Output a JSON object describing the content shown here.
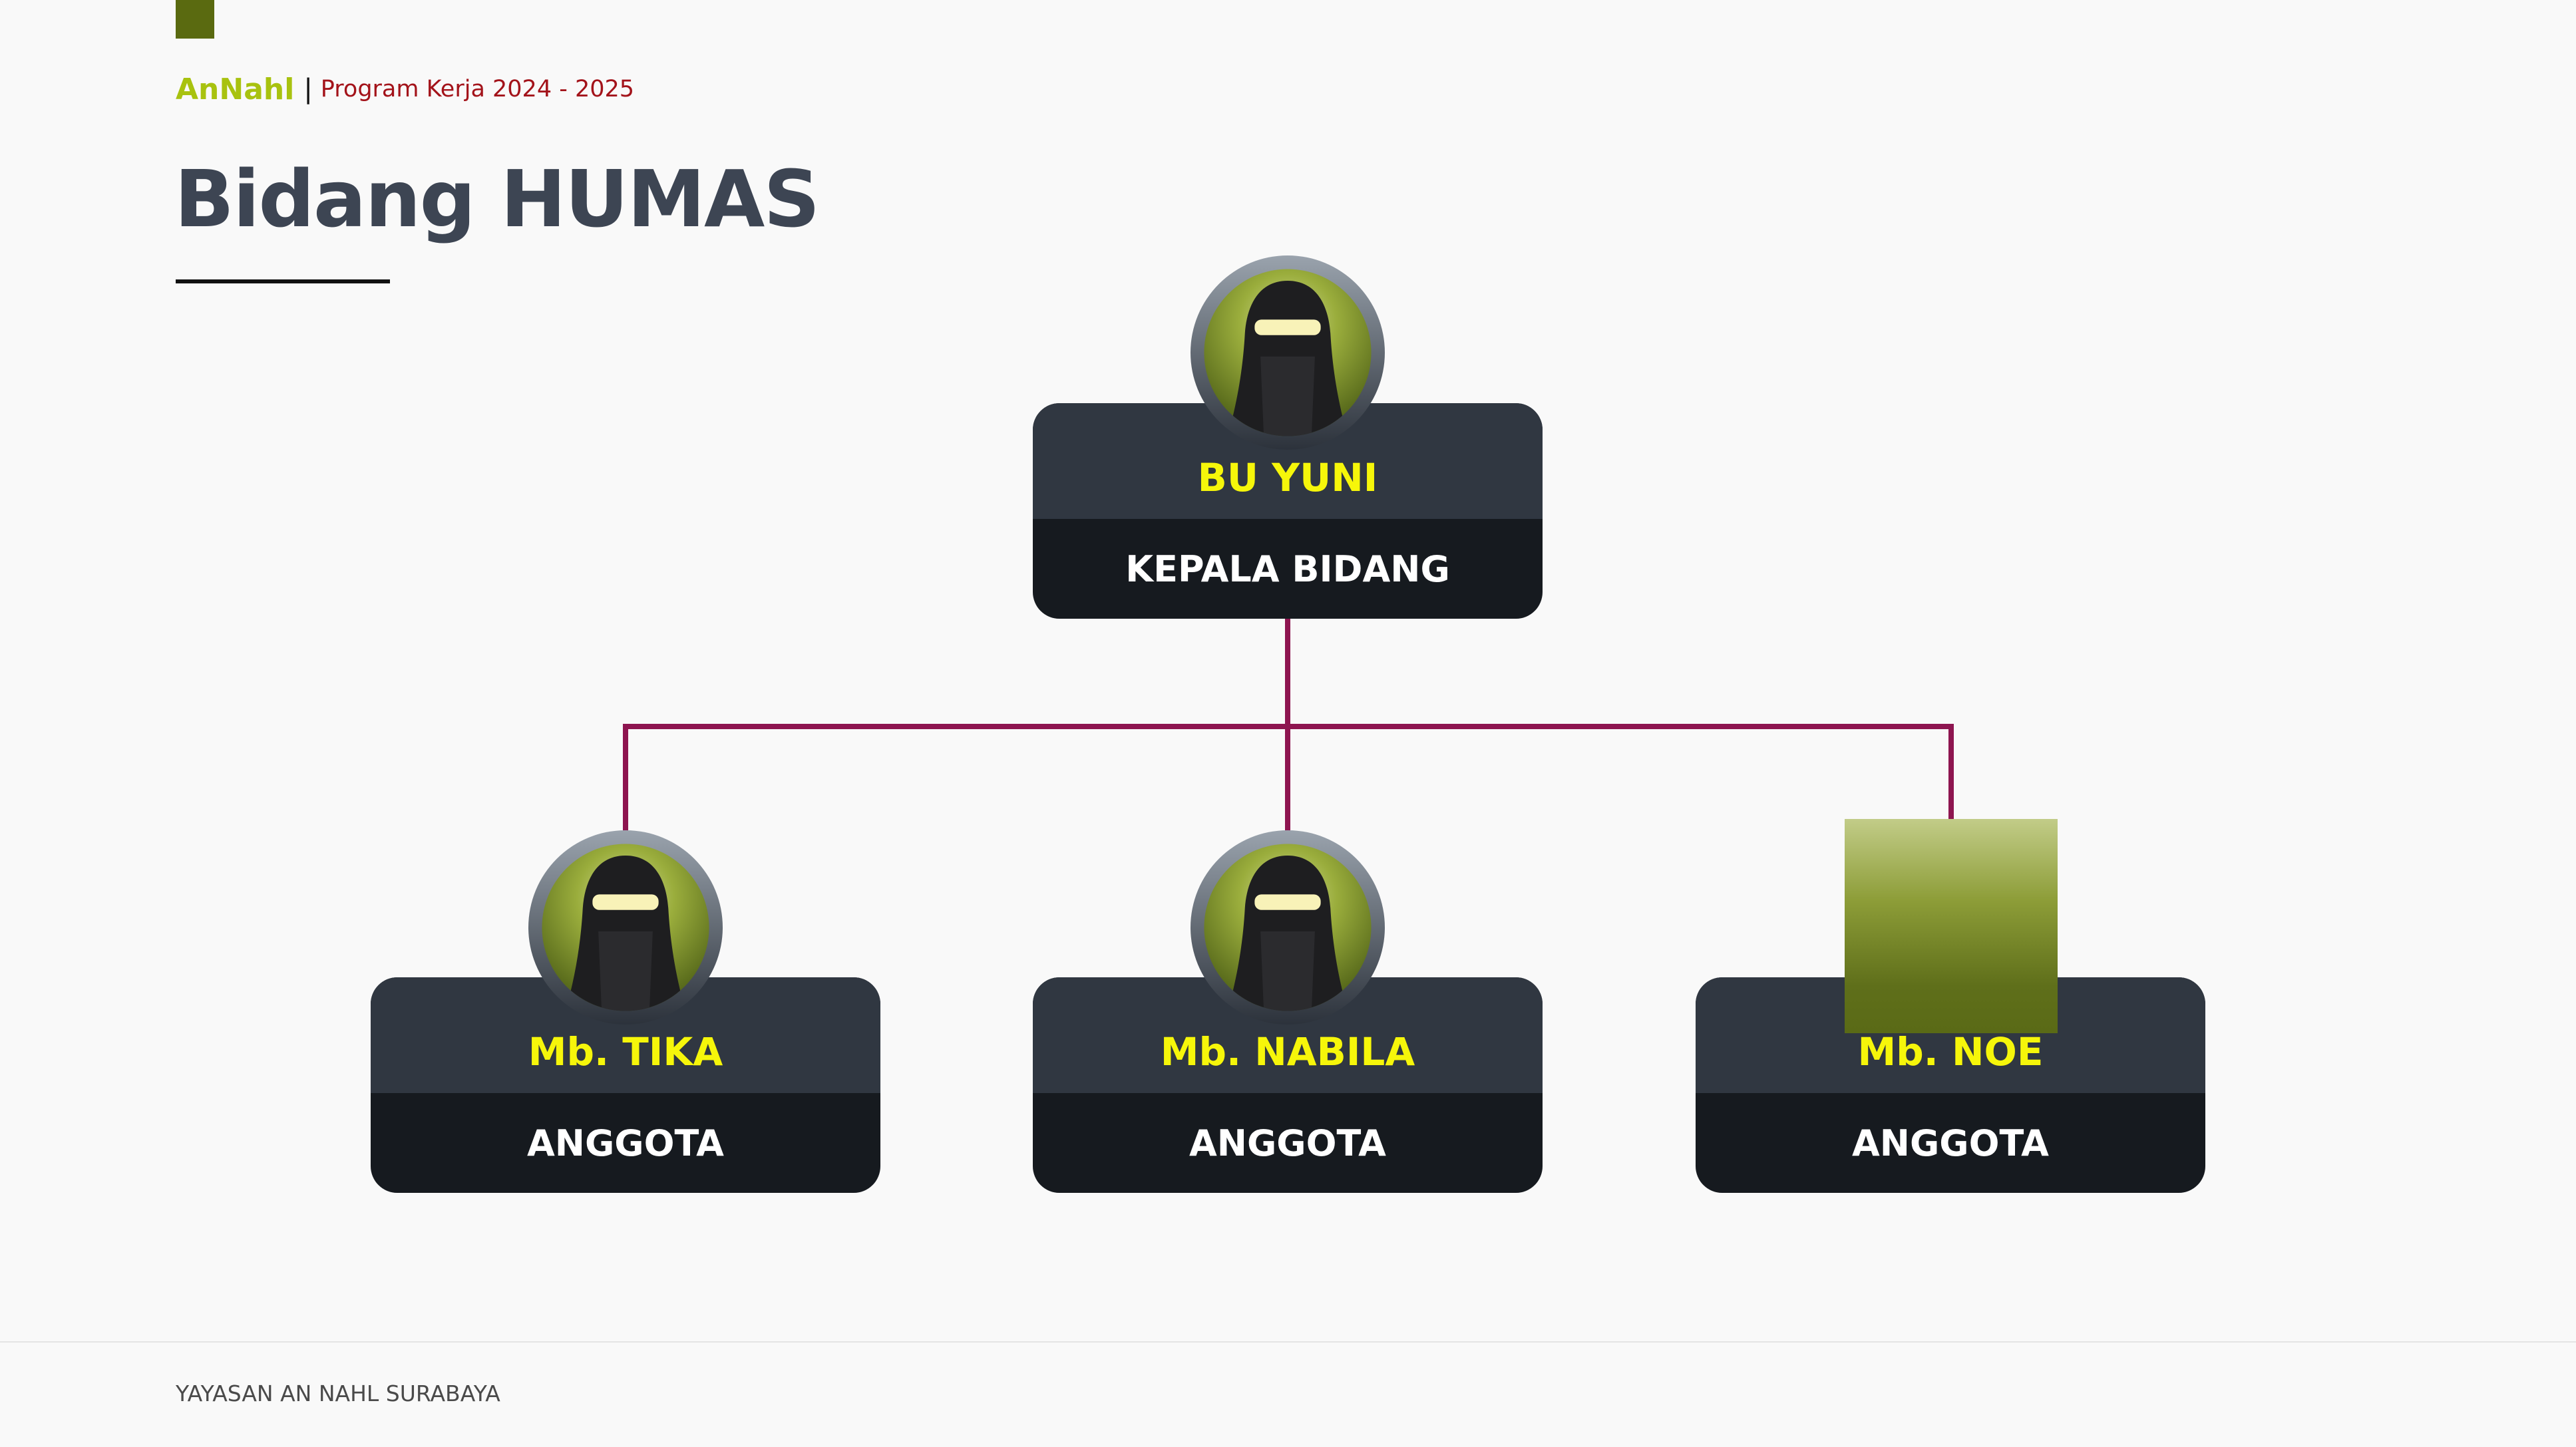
{
  "header": {
    "brand": "AnNahl",
    "separator": "|",
    "subtitle": "Program Kerja 2024 - 2025"
  },
  "page_title": "Bidang HUMAS",
  "org_chart": {
    "head": {
      "name": "BU YUNI",
      "role": "KEPALA BIDANG",
      "portrait": "niqab-avatar-icon"
    },
    "members": [
      {
        "name": "Mb. TIKA",
        "role": "ANGGOTA",
        "portrait": "niqab-avatar-icon"
      },
      {
        "name": "Mb. NABILA",
        "role": "ANGGOTA",
        "portrait": "niqab-avatar-icon"
      },
      {
        "name": "Mb. NOE",
        "role": "ANGGOTA",
        "portrait": "photo-placeholder"
      }
    ]
  },
  "footer": {
    "text": "YAYASAN AN NAHL SURABAYA"
  },
  "colors": {
    "brand": "#a8c20f",
    "subtitle": "#a3131a",
    "title": "#3d4553",
    "card_top": "#303741",
    "card_bottom": "#161a1f",
    "name_text": "#f6f60a",
    "connector": "#8e1550",
    "accent_block": "#5a6a10"
  }
}
